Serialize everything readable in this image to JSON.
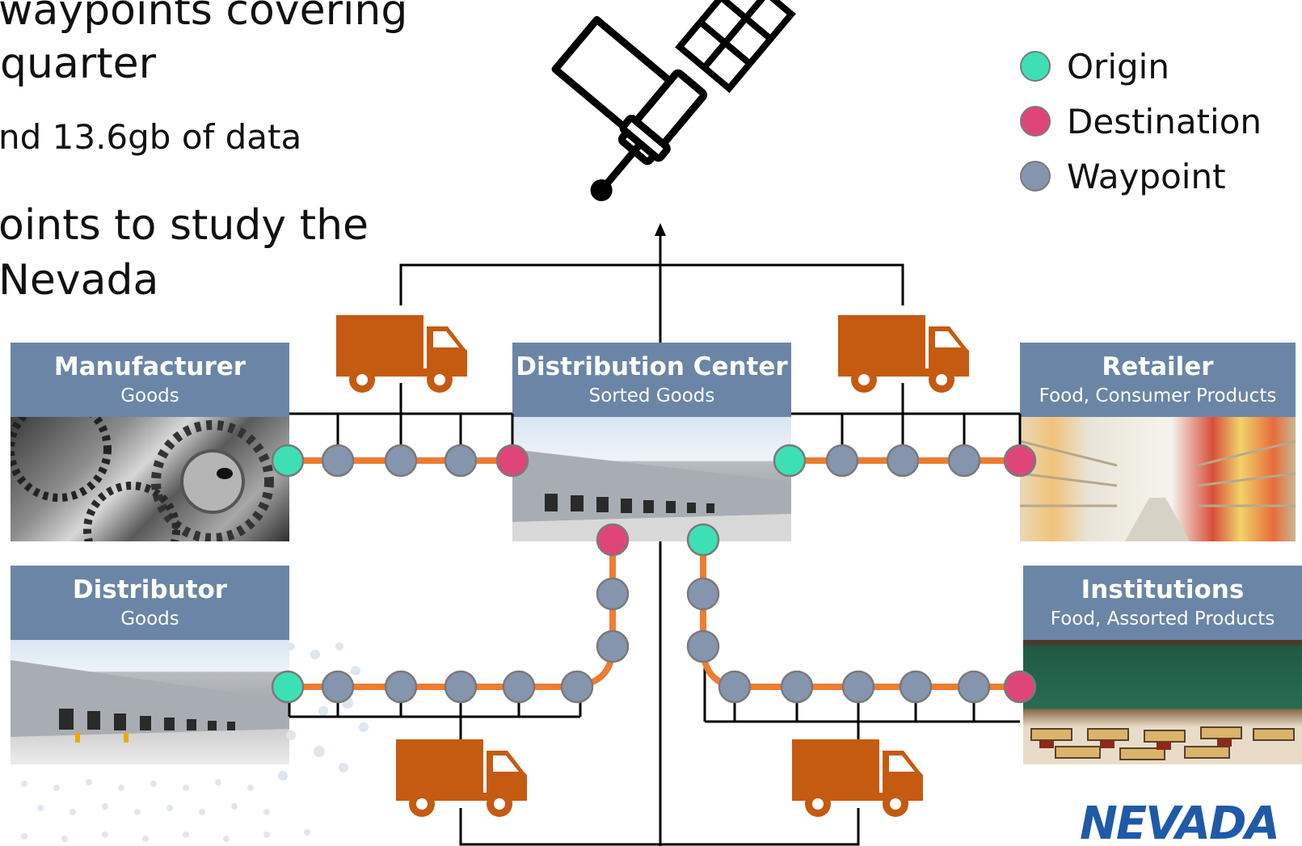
{
  "bullets": {
    "line1": "waypoints covering",
    "line2": "quarter",
    "line3": "nd 13.6gb of data",
    "line4": "oints to study the",
    "line5": "Nevada"
  },
  "legend": {
    "origin": {
      "label": "Origin",
      "color": "#3de0b4"
    },
    "destination": {
      "label": "Destination",
      "color": "#e0457a"
    },
    "waypoint": {
      "label": "Waypoint",
      "color": "#8595ad"
    }
  },
  "nodes": {
    "manufacturer": {
      "title": "Manufacturer",
      "subtitle": "Goods"
    },
    "distribution": {
      "title": "Distribution Center",
      "subtitle": "Sorted Goods"
    },
    "retailer": {
      "title": "Retailer",
      "subtitle": "Food, Consumer Products"
    },
    "distributor": {
      "title": "Distributor",
      "subtitle": "Goods"
    },
    "institutions": {
      "title": "Institutions",
      "subtitle": "Food, Assorted Products"
    }
  },
  "colors": {
    "header": "#6a85a6",
    "route": "#ed7d31",
    "truck": "#c55a11",
    "line": "#000000"
  },
  "icons": [
    "satellite-icon",
    "truck-icon"
  ],
  "logo": {
    "text": "NEVADA"
  }
}
